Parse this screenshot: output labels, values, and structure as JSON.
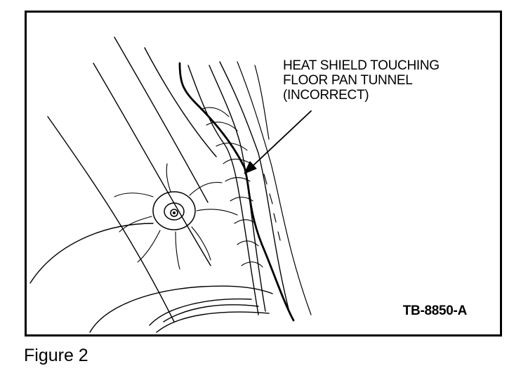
{
  "callout": {
    "line1": "HEAT SHIELD TOUCHING",
    "line2": "FLOOR PAN TUNNEL",
    "line3": "(INCORRECT)"
  },
  "drawing_code": "TB-8850-A",
  "caption": "Figure 2",
  "colors": {
    "ink": "#000000",
    "paper": "#ffffff"
  }
}
